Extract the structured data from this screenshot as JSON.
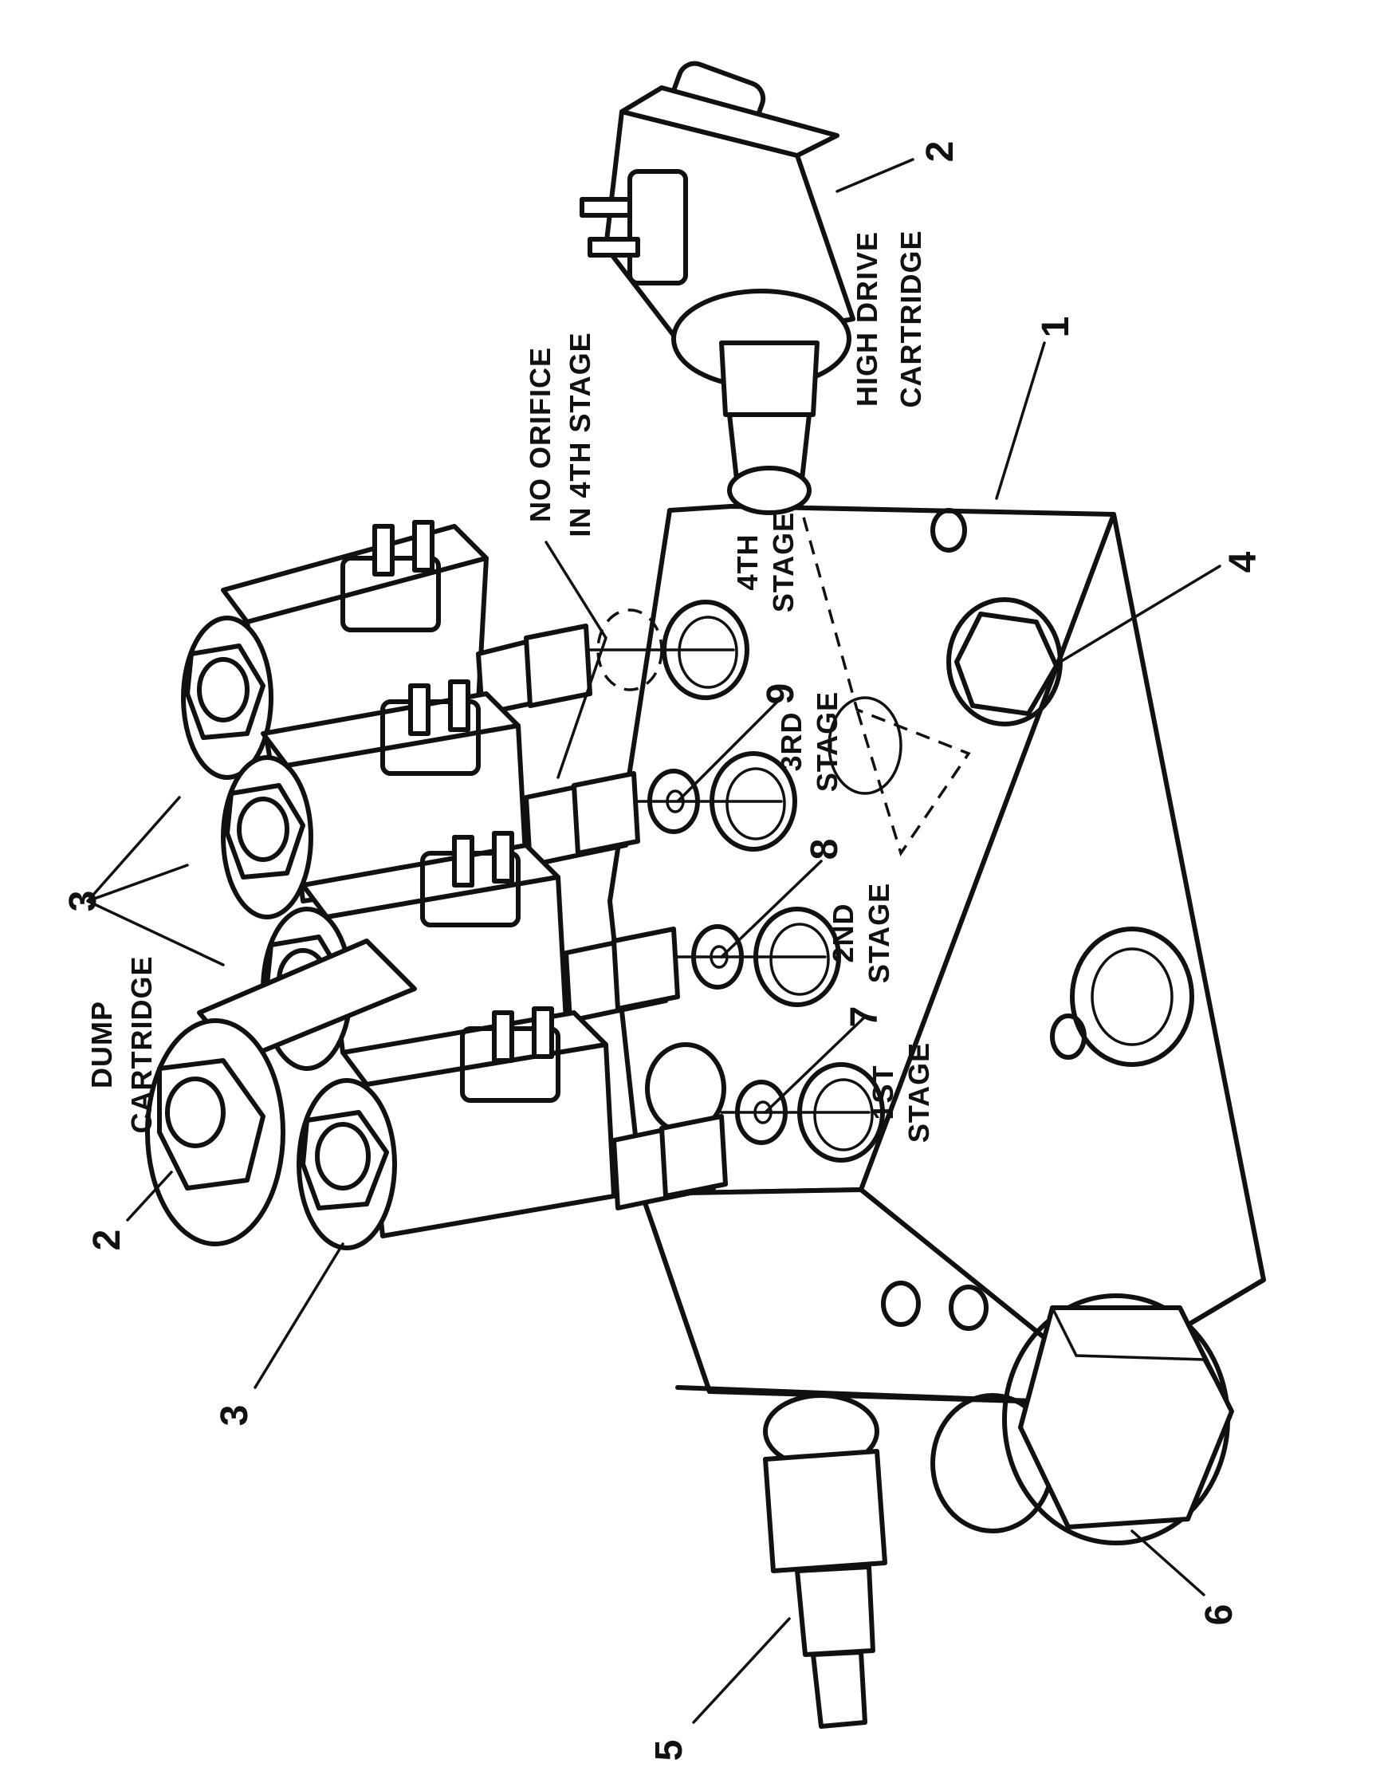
{
  "labels": {
    "callout_1": "1",
    "callout_2_top": "2",
    "callout_2_left": "2",
    "callout_3_top": "3",
    "callout_3_bottom": "3",
    "callout_4": "4",
    "callout_5": "5",
    "callout_6": "6",
    "callout_7": "7",
    "callout_8": "8",
    "callout_9": "9",
    "high_drive_line1": "HIGH DRIVE",
    "high_drive_line2": "CARTRIDGE",
    "dump_line1": "DUMP",
    "dump_line2": "CARTRIDGE",
    "no_orifice_line1": "NO ORIFICE",
    "no_orifice_line2": "IN 4TH STAGE",
    "stage_4_line1": "4TH",
    "stage_4_line2": "STAGE",
    "stage_3_line1": "3RD",
    "stage_3_line2": "STAGE",
    "stage_2_line1": "2ND",
    "stage_2_line2": "STAGE",
    "stage_1_line1": "1ST",
    "stage_1_line2": "STAGE"
  }
}
